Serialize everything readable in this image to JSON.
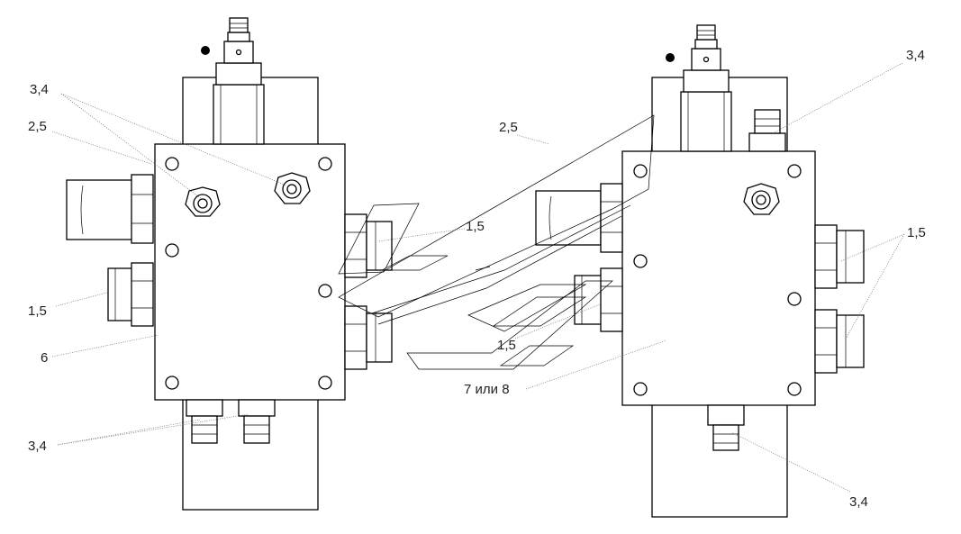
{
  "callouts": {
    "l_34_top": "3,4",
    "l_25": "2,5",
    "l_15": "1,5",
    "l_6": "6",
    "l_34_bottom": "3,4",
    "c_15_top": "1,5",
    "c_25": "2,5",
    "c_15_bottom": "1,5",
    "c_7or8": "7 или 8",
    "r_34_top": "3,4",
    "r_15": "1,5",
    "r_34_bottom": "3,4"
  }
}
